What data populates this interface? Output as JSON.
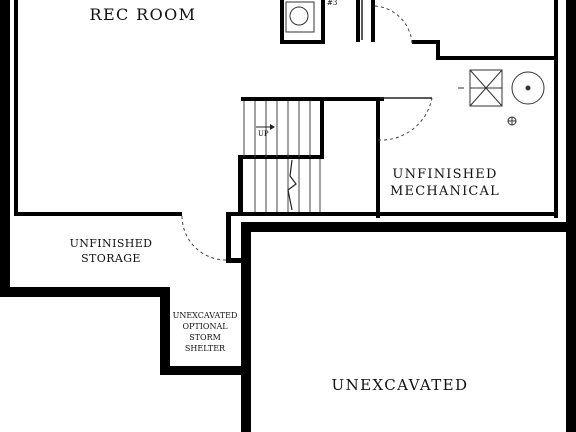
{
  "rooms": {
    "rec_room": "REC ROOM",
    "unfinished_mechanical": [
      "UNFINISHED",
      "MECHANICAL"
    ],
    "unfinished_storage": [
      "UNFINISHED",
      "STORAGE"
    ],
    "storm_shelter": [
      "UNEXCAVATED",
      "OPTIONAL",
      "STORM",
      "SHELTER"
    ],
    "unexcavated": "UNEXCAVATED"
  },
  "annotations": {
    "stair_direction": "UP",
    "top_marker": "#3"
  }
}
